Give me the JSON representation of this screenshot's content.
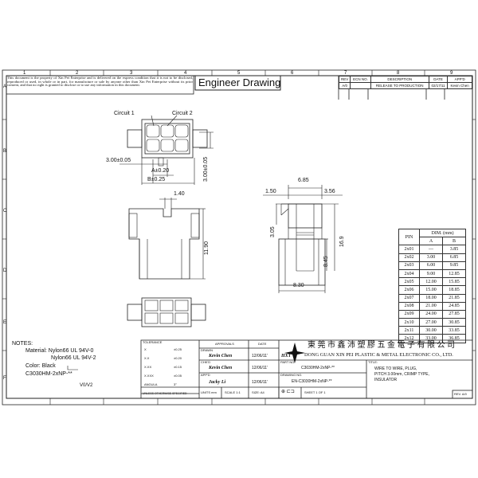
{
  "frame": {
    "columns": [
      "1",
      "2",
      "3",
      "4",
      "5",
      "6",
      "7",
      "8",
      "9"
    ],
    "rows": [
      "A",
      "B",
      "C",
      "D",
      "E",
      "F"
    ]
  },
  "notice": "This document is the property of Xin Pei Enterprise and is delivered on the express condition that it is not to be disclosed, reproduced or used, in whole or in part, for manufacture or sale by anyone other than Xin Pei Enterprise without its prior consent, and that no right is granted to disclose or to use any information in this document.",
  "title": "Engineer Drawing",
  "revision": {
    "headers": [
      "REV",
      "ECN NO.",
      "DESCRIPTION",
      "DATE",
      "APP'D"
    ],
    "rows": [
      [
        "A/0",
        "",
        "RELEASE TO PRODUCTION",
        "02/17/11",
        "Kevin Chen"
      ]
    ]
  },
  "views": {
    "circuit1": "Circuit 1",
    "circuit2": "Circuit 2",
    "dim_pitch": "3.00±0.05",
    "dim_a": "A±0.20",
    "dim_b": "B±0.25",
    "dim_pitch_v": "3.00±0.05",
    "dim_140": "1.40",
    "dim_1190": "11.90",
    "dim_150": "1.50",
    "dim_685": "6.85",
    "dim_356": "3.56",
    "dim_305": "3.05",
    "dim_845": "8.45",
    "dim_169": "16.9",
    "dim_830": "8.30"
  },
  "pin_table": {
    "pin_header": "PIN",
    "dim_header": "DIM. (mm)",
    "col_a": "A",
    "col_b": "B",
    "rows": [
      [
        "2x01",
        "—",
        "3.85"
      ],
      [
        "2x02",
        "3.00",
        "6.85"
      ],
      [
        "2x03",
        "6.00",
        "9.85"
      ],
      [
        "2x04",
        "9.00",
        "12.85"
      ],
      [
        "2x05",
        "12.00",
        "15.85"
      ],
      [
        "2x06",
        "15.00",
        "18.85"
      ],
      [
        "2x07",
        "18.00",
        "21.85"
      ],
      [
        "2x08",
        "21.00",
        "24.85"
      ],
      [
        "2x09",
        "24.00",
        "27.85"
      ],
      [
        "2x10",
        "27.00",
        "30.85"
      ],
      [
        "2x11",
        "30.00",
        "33.85"
      ],
      [
        "2x12",
        "33.00",
        "36.85"
      ]
    ]
  },
  "notes": {
    "heading": "NOTES:",
    "material1": "Material:  Nylon66  UL  94V-0",
    "material2": "Nylon66  UL  94V-2",
    "color": "Color:  Black",
    "part": "C3030HM-2xNP-**",
    "suffix": "V0/V2"
  },
  "title_block": {
    "tolerance_label": "TOLERANCE",
    "tolerances": [
      [
        "X",
        "±0.25"
      ],
      [
        "X.X",
        "±0.20"
      ],
      [
        "X.XX",
        "±0.15"
      ],
      [
        "X.XXX",
        "±0.05"
      ],
      [
        "ANGULA",
        "3°"
      ]
    ],
    "unless": "UNLESS OTHERWISE SPECIFIED",
    "approvals_label": "APPROVALS",
    "date_label": "DATE",
    "drawn_label": "DRAWN",
    "drawn_by": "Kevin Chen",
    "drawn_date": "12/06/11'",
    "chkd_label": "CHK'D",
    "chkd_by": "Kevin Chen",
    "chkd_date": "12/06/11'",
    "appd_label": "APP'D",
    "appd_by": "Jacky Li",
    "appd_date": "12/06/11'",
    "units": "UNITS  mm",
    "scale": "SCALE    1:1",
    "size": "SIZE:  A4",
    "company_cn": "東 莞 市 鑫 沛 塑 膠 五 金 電 子 有 限 公 司",
    "company_en": "DONG GUAN XIN PEI PLASTIC & METAL ELECTRONIC CO., LTD.",
    "logo": "HXT",
    "part_no_label": "PART NO.",
    "part_no": "C3030HM-2xNP-**",
    "drawing_no_label": "DRAWING NO.",
    "drawing_no": "EN-C3030HM-2xNP-**",
    "sheet": "SHEET    1    OF    1",
    "title_label": "TITLE:",
    "title_lines": [
      "WIRE TO WIRE, PLUG,",
      "PITCH 3.00mm, CRIMP TYPE,",
      "INSULATOR"
    ],
    "rev": "REV. A/0"
  }
}
